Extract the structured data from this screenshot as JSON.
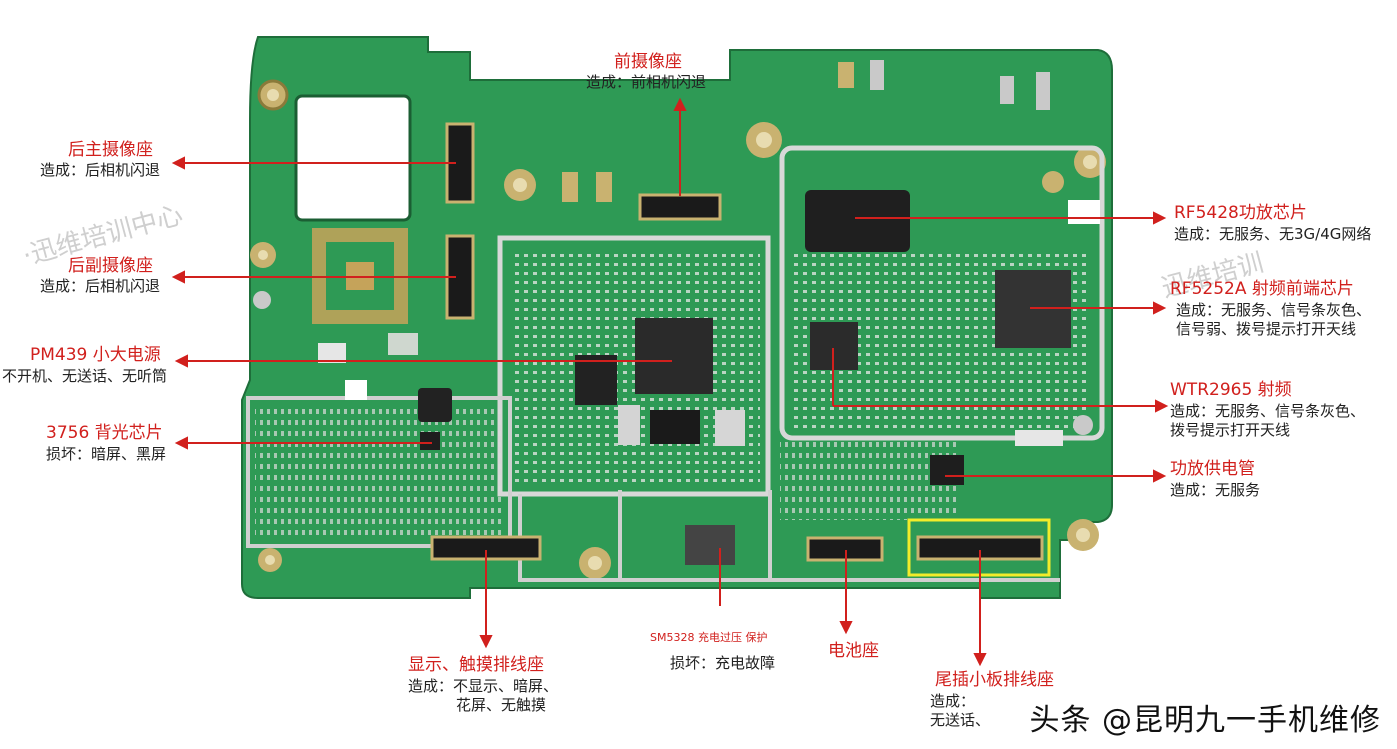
{
  "labels": {
    "front_cam": {
      "title": "前摄像座",
      "desc": "造成：前相机闪退"
    },
    "rear_main": {
      "title": "后主摄像座",
      "desc": "造成：后相机闪退"
    },
    "rear_sub": {
      "title": "后副摄像座",
      "desc": "造成：后相机闪退"
    },
    "pm439": {
      "title": "PM439 小大电源",
      "desc": "不开机、无送话、无听筒"
    },
    "backlight": {
      "title": "3756 背光芯片",
      "desc": "损坏：暗屏、黑屏"
    },
    "rf5428": {
      "title": "RF5428功放芯片",
      "desc": "造成：无服务、无3G/4G网络"
    },
    "rf5252": {
      "title": "RF5252A 射频前端芯片",
      "desc1": "造成：无服务、信号条灰色、",
      "desc2": "信号弱、拨号提示打开天线"
    },
    "wtr2965": {
      "title": "WTR2965 射频",
      "desc1": "造成：无服务、信号条灰色、",
      "desc2": "拨号提示打开天线"
    },
    "pa_power": {
      "title": "功放供电管",
      "desc": "造成：无服务"
    },
    "display": {
      "title": "显示、触摸排线座",
      "desc1": "造成：不显示、暗屏、",
      "desc2": "花屏、无触摸"
    },
    "sm5328": {
      "title": "SM5328 充电过压 保护",
      "desc": "损坏：充电故障"
    },
    "battery": {
      "title": "电池座"
    },
    "tail": {
      "title": "尾插小板排线座",
      "desc1": "造成：",
      "desc2": "无送话、"
    }
  },
  "watermark": "头条 @昆明九一手机维修",
  "colors": {
    "board": "#2f9a55",
    "accent": "#d1201d",
    "highlight": "#f2ec2a"
  }
}
